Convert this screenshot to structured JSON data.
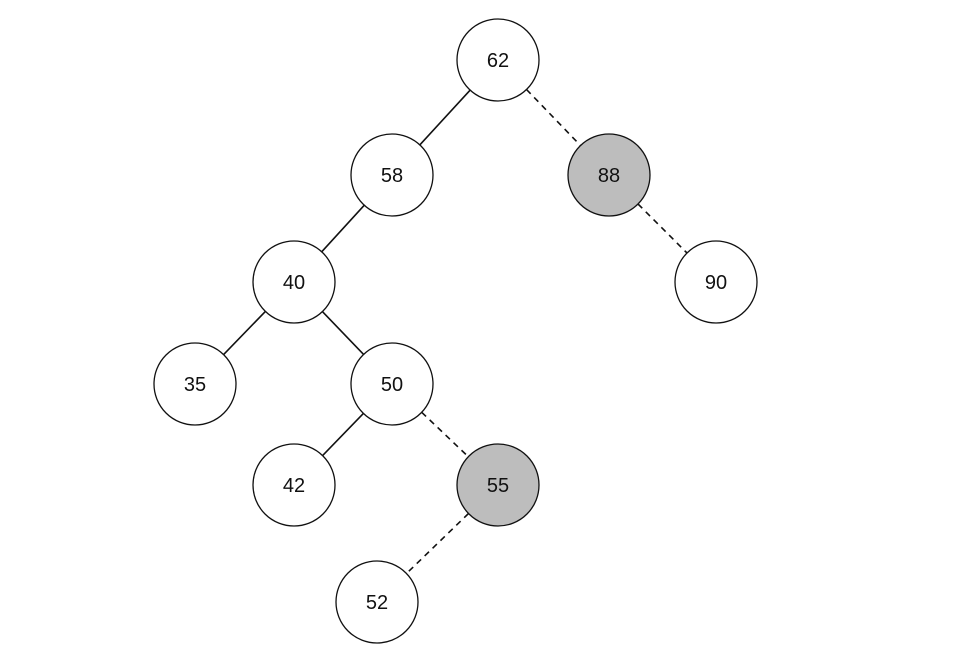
{
  "tree": {
    "nodes": [
      {
        "id": "n62",
        "label": "62",
        "highlighted": false
      },
      {
        "id": "n58",
        "label": "58",
        "highlighted": false
      },
      {
        "id": "n88",
        "label": "88",
        "highlighted": true
      },
      {
        "id": "n90",
        "label": "90",
        "highlighted": false
      },
      {
        "id": "n40",
        "label": "40",
        "highlighted": false
      },
      {
        "id": "n35",
        "label": "35",
        "highlighted": false
      },
      {
        "id": "n50",
        "label": "50",
        "highlighted": false
      },
      {
        "id": "n42",
        "label": "42",
        "highlighted": false
      },
      {
        "id": "n55",
        "label": "55",
        "highlighted": true
      },
      {
        "id": "n52",
        "label": "52",
        "highlighted": false
      }
    ],
    "edges": [
      {
        "from": "n62",
        "to": "n58",
        "style": "solid"
      },
      {
        "from": "n62",
        "to": "n88",
        "style": "dashed"
      },
      {
        "from": "n88",
        "to": "n90",
        "style": "dashed"
      },
      {
        "from": "n58",
        "to": "n40",
        "style": "solid"
      },
      {
        "from": "n40",
        "to": "n35",
        "style": "solid"
      },
      {
        "from": "n40",
        "to": "n50",
        "style": "solid"
      },
      {
        "from": "n50",
        "to": "n42",
        "style": "solid"
      },
      {
        "from": "n50",
        "to": "n55",
        "style": "dashed"
      },
      {
        "from": "n55",
        "to": "n52",
        "style": "dashed"
      }
    ]
  },
  "colors": {
    "node_fill": "#ffffff",
    "highlight_fill": "#bdbdbd",
    "stroke": "#111111"
  }
}
